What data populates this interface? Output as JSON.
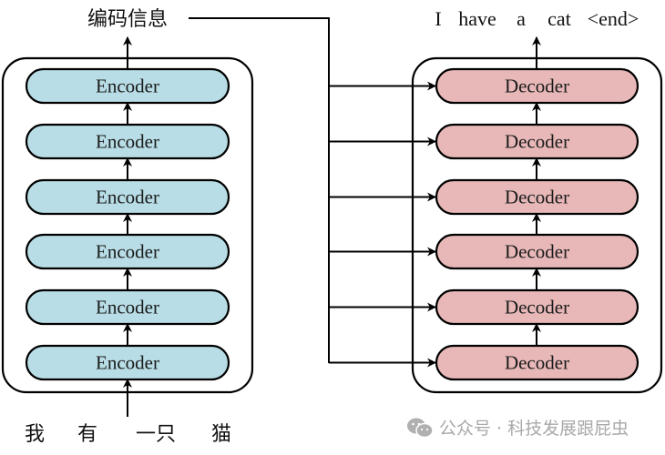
{
  "encoder": {
    "label": "Encoder",
    "layers": [
      "Encoder",
      "Encoder",
      "Encoder",
      "Encoder",
      "Encoder",
      "Encoder"
    ],
    "output_label": "编码信息",
    "input_tokens": [
      "我",
      "有",
      "一只",
      "猫"
    ],
    "fill_color": "#b8dde6"
  },
  "decoder": {
    "label": "Decoder",
    "layers": [
      "Decoder",
      "Decoder",
      "Decoder",
      "Decoder",
      "Decoder",
      "Decoder"
    ],
    "output_tokens": [
      "I",
      "have",
      "a",
      "cat",
      "<end>"
    ],
    "fill_color": "#e8b8b8"
  },
  "watermark": {
    "icon": "wechat-icon",
    "text": "公众号 · 科技发展跟屁虫"
  }
}
